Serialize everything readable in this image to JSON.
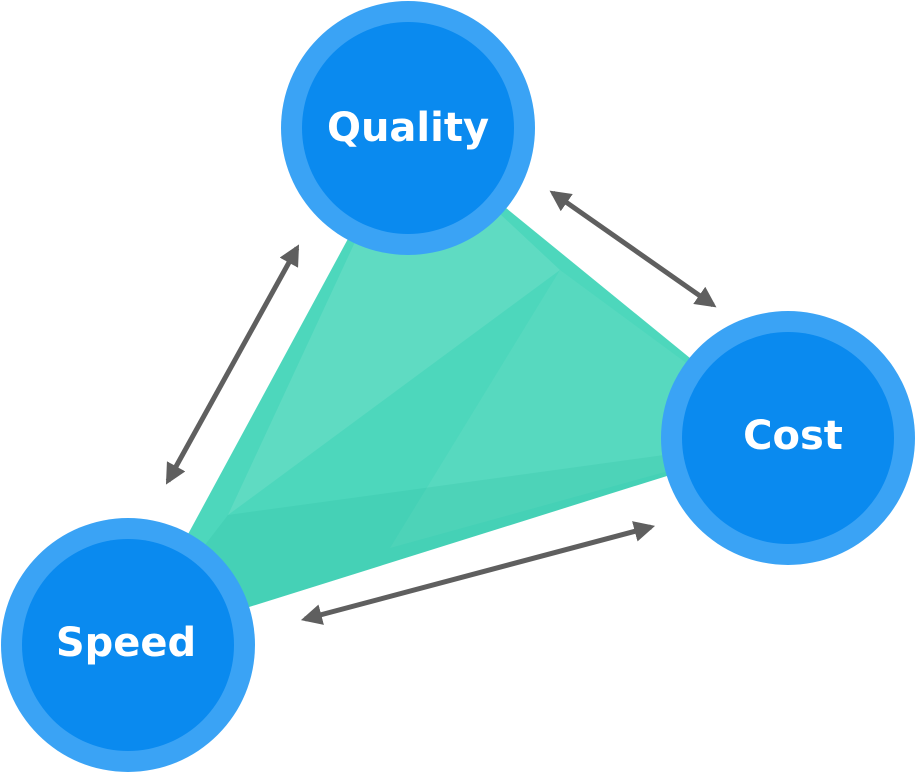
{
  "colors": {
    "node_outer": "#3aa3f5",
    "node_inner": "#0a8aef",
    "triangle": "#2ed0b0",
    "arrow": "#5f5f5f",
    "label": "#ffffff"
  },
  "nodes": {
    "quality": {
      "label": "Quality"
    },
    "cost": {
      "label": "Cost"
    },
    "speed": {
      "label": "Speed"
    }
  }
}
